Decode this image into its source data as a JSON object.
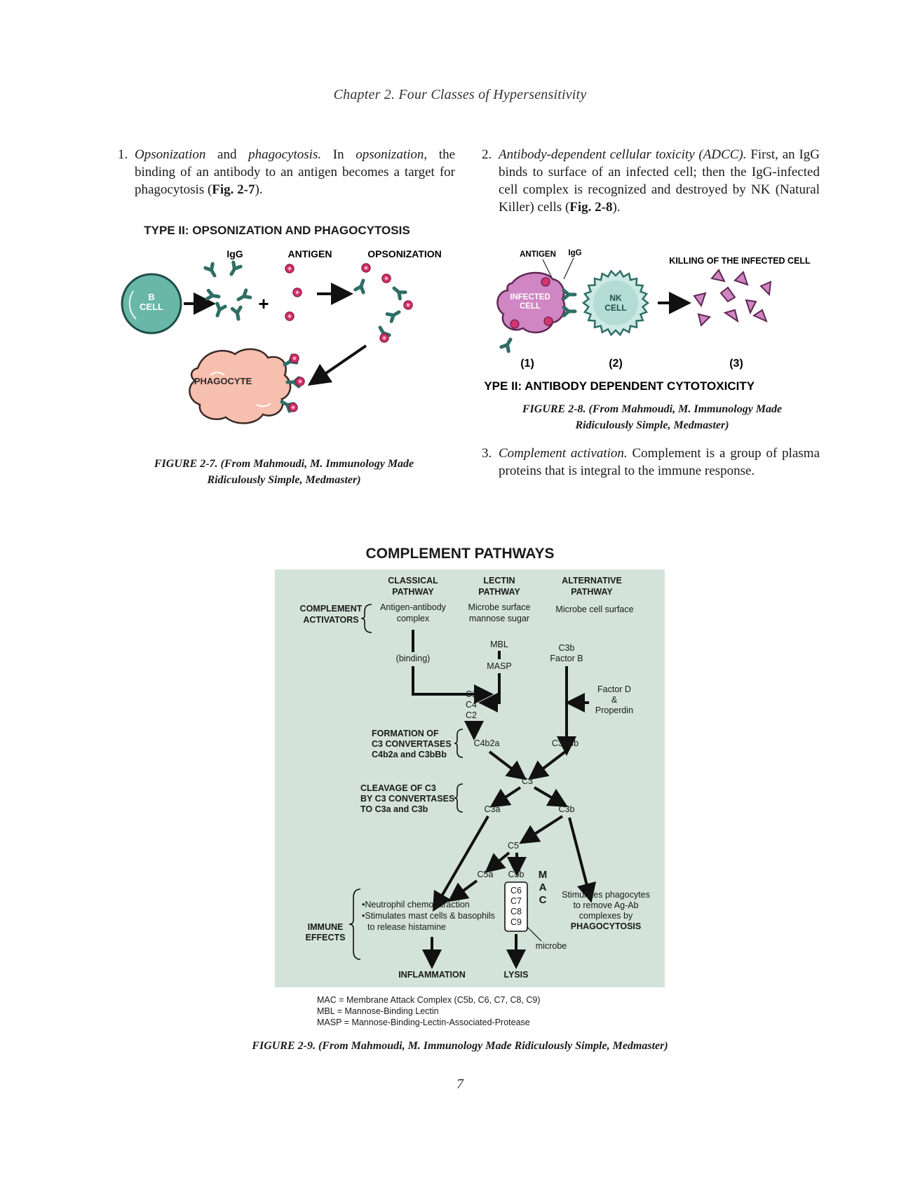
{
  "header": "Chapter 2. Four Classes of Hypersensitivity",
  "para1": {
    "num": "1.",
    "t1": "Opsonization",
    "t2": " and ",
    "t3": "phagocytosis.",
    "t4": " In ",
    "t5": "opsonization",
    "t6": ", the binding of an antibody to an antigen becomes a target for phagocytosis (",
    "ref": "Fig. 2-7",
    "t7": ")."
  },
  "para2": {
    "num": "2.",
    "t1": "Antibody-dependent cellular toxicity (ADCC).",
    "t2": " First, an IgG binds to surface of an infected cell; then the IgG-infected cell complex is recognized and destroyed by NK (Natural Killer) cells (",
    "ref": "Fig. 2-8",
    "t3": ")."
  },
  "para3": {
    "num": "3.",
    "t1": "Complement activation.",
    "t2": " Complement is a group of plasma proteins that is integral to the immune response."
  },
  "fig7": {
    "title": "TYPE II: OPSONIZATION AND PHAGOCYTOSIS",
    "label_igg": "IgG",
    "label_antigen": "ANTIGEN",
    "label_opsonization": "OPSONIZATION",
    "bcell_1": "B",
    "bcell_2": "CELL",
    "plus": "+",
    "phagocyte": "PHAGOCYTE",
    "caption_1": "FIGURE 2-7. (From Mahmoudi, M. Immunology Made",
    "caption_2": "Ridiculously Simple, Medmaster)"
  },
  "fig8": {
    "label_antigen": "ANTIGEN",
    "label_igg": "IgG",
    "label_killing": "KILLING OF THE INFECTED CELL",
    "infected_1": "INFECTED",
    "infected_2": "CELL",
    "nk_1": "NK",
    "nk_2": "CELL",
    "step1": "(1)",
    "step2": "(2)",
    "step3": "(3)",
    "title": "TYPE II: ANTIBODY DEPENDENT CYTOTOXICITY",
    "caption_1": "FIGURE 2-8. (From Mahmoudi, M. Immunology Made",
    "caption_2": "Ridiculously Simple, Medmaster)"
  },
  "fig9": {
    "title": "COMPLEMENT PATHWAYS",
    "classical_1": "CLASSICAL",
    "classical_2": "PATHWAY",
    "lectin_1": "LECTIN",
    "lectin_2": "PATHWAY",
    "alternative_1": "ALTERNATIVE",
    "alternative_2": "PATHWAY",
    "activators_1": "COMPLEMENT",
    "activators_2": "ACTIVATORS",
    "ag_ab_1": "Antigen-antibody",
    "ag_ab_2": "complex",
    "microbe_1": "Microbe surface",
    "microbe_2": "mannose sugar",
    "microbe_cell": "Microbe cell surface",
    "binding": "(binding)",
    "mbl": "MBL",
    "masp": "MASP",
    "c3b_top": "C3b",
    "factor_b": "Factor B",
    "c1": "C1",
    "c4": "C4",
    "c2": "C2",
    "factor_d_1": "Factor D",
    "factor_d_2": "&",
    "factor_d_3": "Properdin",
    "formation_1": "FORMATION OF",
    "formation_2": "C3 CONVERTASES",
    "formation_3": "C4b2a and C3bBb",
    "c4b2a": "C4b2a",
    "c3bbb": "C3bBb",
    "c3": "C3",
    "cleavage_1": "CLEAVAGE OF C3",
    "cleavage_2": "BY C3 CONVERTASES",
    "cleavage_3": "TO C3a and C3b",
    "c3a": "C3a",
    "c3b": "C3b",
    "c5": "C5",
    "c5a": "C5a",
    "c5b": "C5b",
    "mac_m": "M",
    "mac_a": "A",
    "mac_c": "C",
    "c6": "C6",
    "c7": "C7",
    "c8": "C8",
    "c9": "C9",
    "effect_1": "•Neutrophil chemoattraction",
    "effect_2": "•Stimulates mast cells & basophils",
    "effect_3": "to release histamine",
    "stim_1": "Stimulates phagocytes",
    "stim_2": "to remove Ag-Ab",
    "stim_3": "complexes by",
    "stim_4": "PHAGOCYTOSIS",
    "immune_1": "IMMUNE",
    "immune_2": "EFFECTS",
    "microbe": "microbe",
    "inflammation": "INFLAMMATION",
    "lysis": "LYSIS",
    "legend_1": "MAC = Membrane Attack Complex (C5b, C6, C7, C8, C9)",
    "legend_2": "MBL = Mannose-Binding Lectin",
    "legend_3": "MASP = Mannose-Binding-Lectin-Associated-Protease",
    "caption": "FIGURE 2-9. (From Mahmoudi, M. Immunology Made Ridiculously Simple, Medmaster)"
  },
  "page_number": "7",
  "colors": {
    "teal": "#69b7a9",
    "teal_dark": "#2e6e66",
    "antigen_red": "#d6336c",
    "phagocyte_pink": "#f6bfae",
    "infected_purple": "#cf86c3",
    "nk_green": "#cde9e3",
    "panel_bg": "#d3e3d9"
  }
}
